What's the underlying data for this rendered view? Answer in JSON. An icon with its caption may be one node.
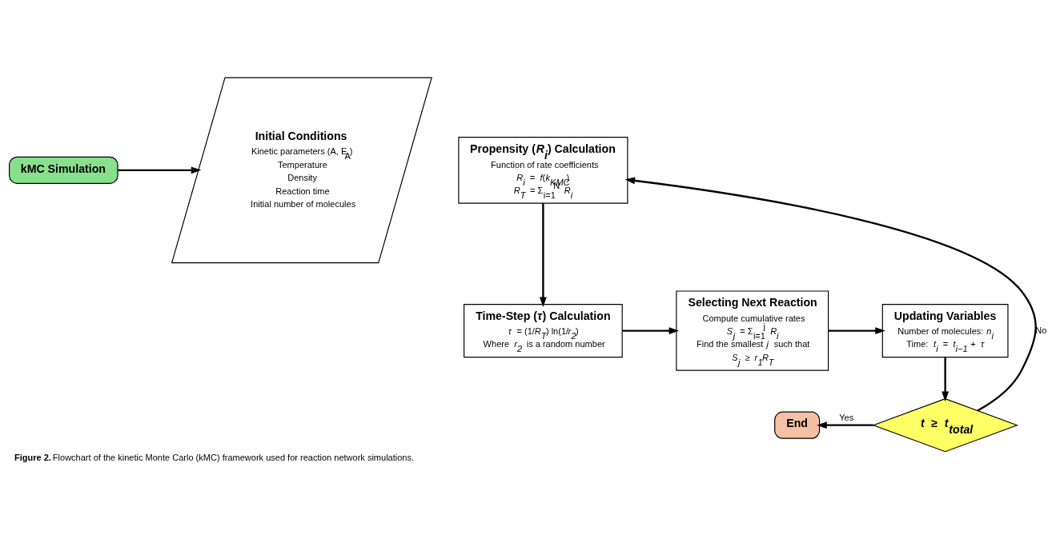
{
  "diagram": {
    "caption": "**Figure 2.** Flowchart of the kinetic Monte Carlo (kMC) framework used for reaction network simulations.",
    "nodes": [
      {
        "text": [
          "kMC Simulation"
        ]
      },
      {
        "text": [
          "End"
        ]
      },
      {
        "text": [
          "Initial Conditions",
          "Kinetic parameters (A, E$_{A}$)",
          "Temperature",
          "Density",
          "Reaction time",
          "Initial number of molecules"
        ]
      },
      {
        "text": [
          "Propensity (*R$_{i}$*) Calculation",
          "Function of rate coefficients",
          "*R$_{i}$* = *f*(*k$_{KMC}$*)",
          "*R$_{T}$* = Σ$_{i=1}$$^{N}$ *R$_{i}$*"
        ]
      },
      {
        "text": [
          "Time-Step (*τ*) Calculation",
          "*τ* = (1/*R$_{T}$*) ln(1/*r$_{2}$*)",
          "Where *r$_{2}$* is a random number"
        ]
      },
      {
        "text": [
          "Selecting Next Reaction",
          "Compute cumulative rates",
          "*S$_{j}$* = Σ$_{i=1}$$^{j}$ *R$_{i}$*",
          "Find the smallest *j* such that",
          "*S$_{j}$* ≥ *r$_{1}$R$_{T}$*"
        ]
      },
      {
        "text": [
          "Updating Variables",
          "Number of molecules: *n$_{i}$*",
          "Time: *t$_{i}$* = *t$_{i−1}$* + *τ*"
        ]
      },
      {
        "text": [
          "*t* ≥ *t$_{total}$*"
        ]
      }
    ],
    "edges": [
      {
        "from": 0,
        "to": 2,
        "arrow": "to"
      },
      {
        "from": 3,
        "to": 4,
        "arrow": "to"
      },
      {
        "from": 4,
        "to": 5,
        "arrow": "to"
      },
      {
        "from": 5,
        "to": 6,
        "arrow": "to"
      },
      {
        "from": 6,
        "to": 7,
        "arrow": "to"
      },
      {
        "from": 7,
        "to": 1,
        "arrow": "to",
        "label": "Yes"
      },
      {
        "from": 7,
        "to": 3,
        "arrow": "to",
        "label": "No"
      }
    ]
  }
}
